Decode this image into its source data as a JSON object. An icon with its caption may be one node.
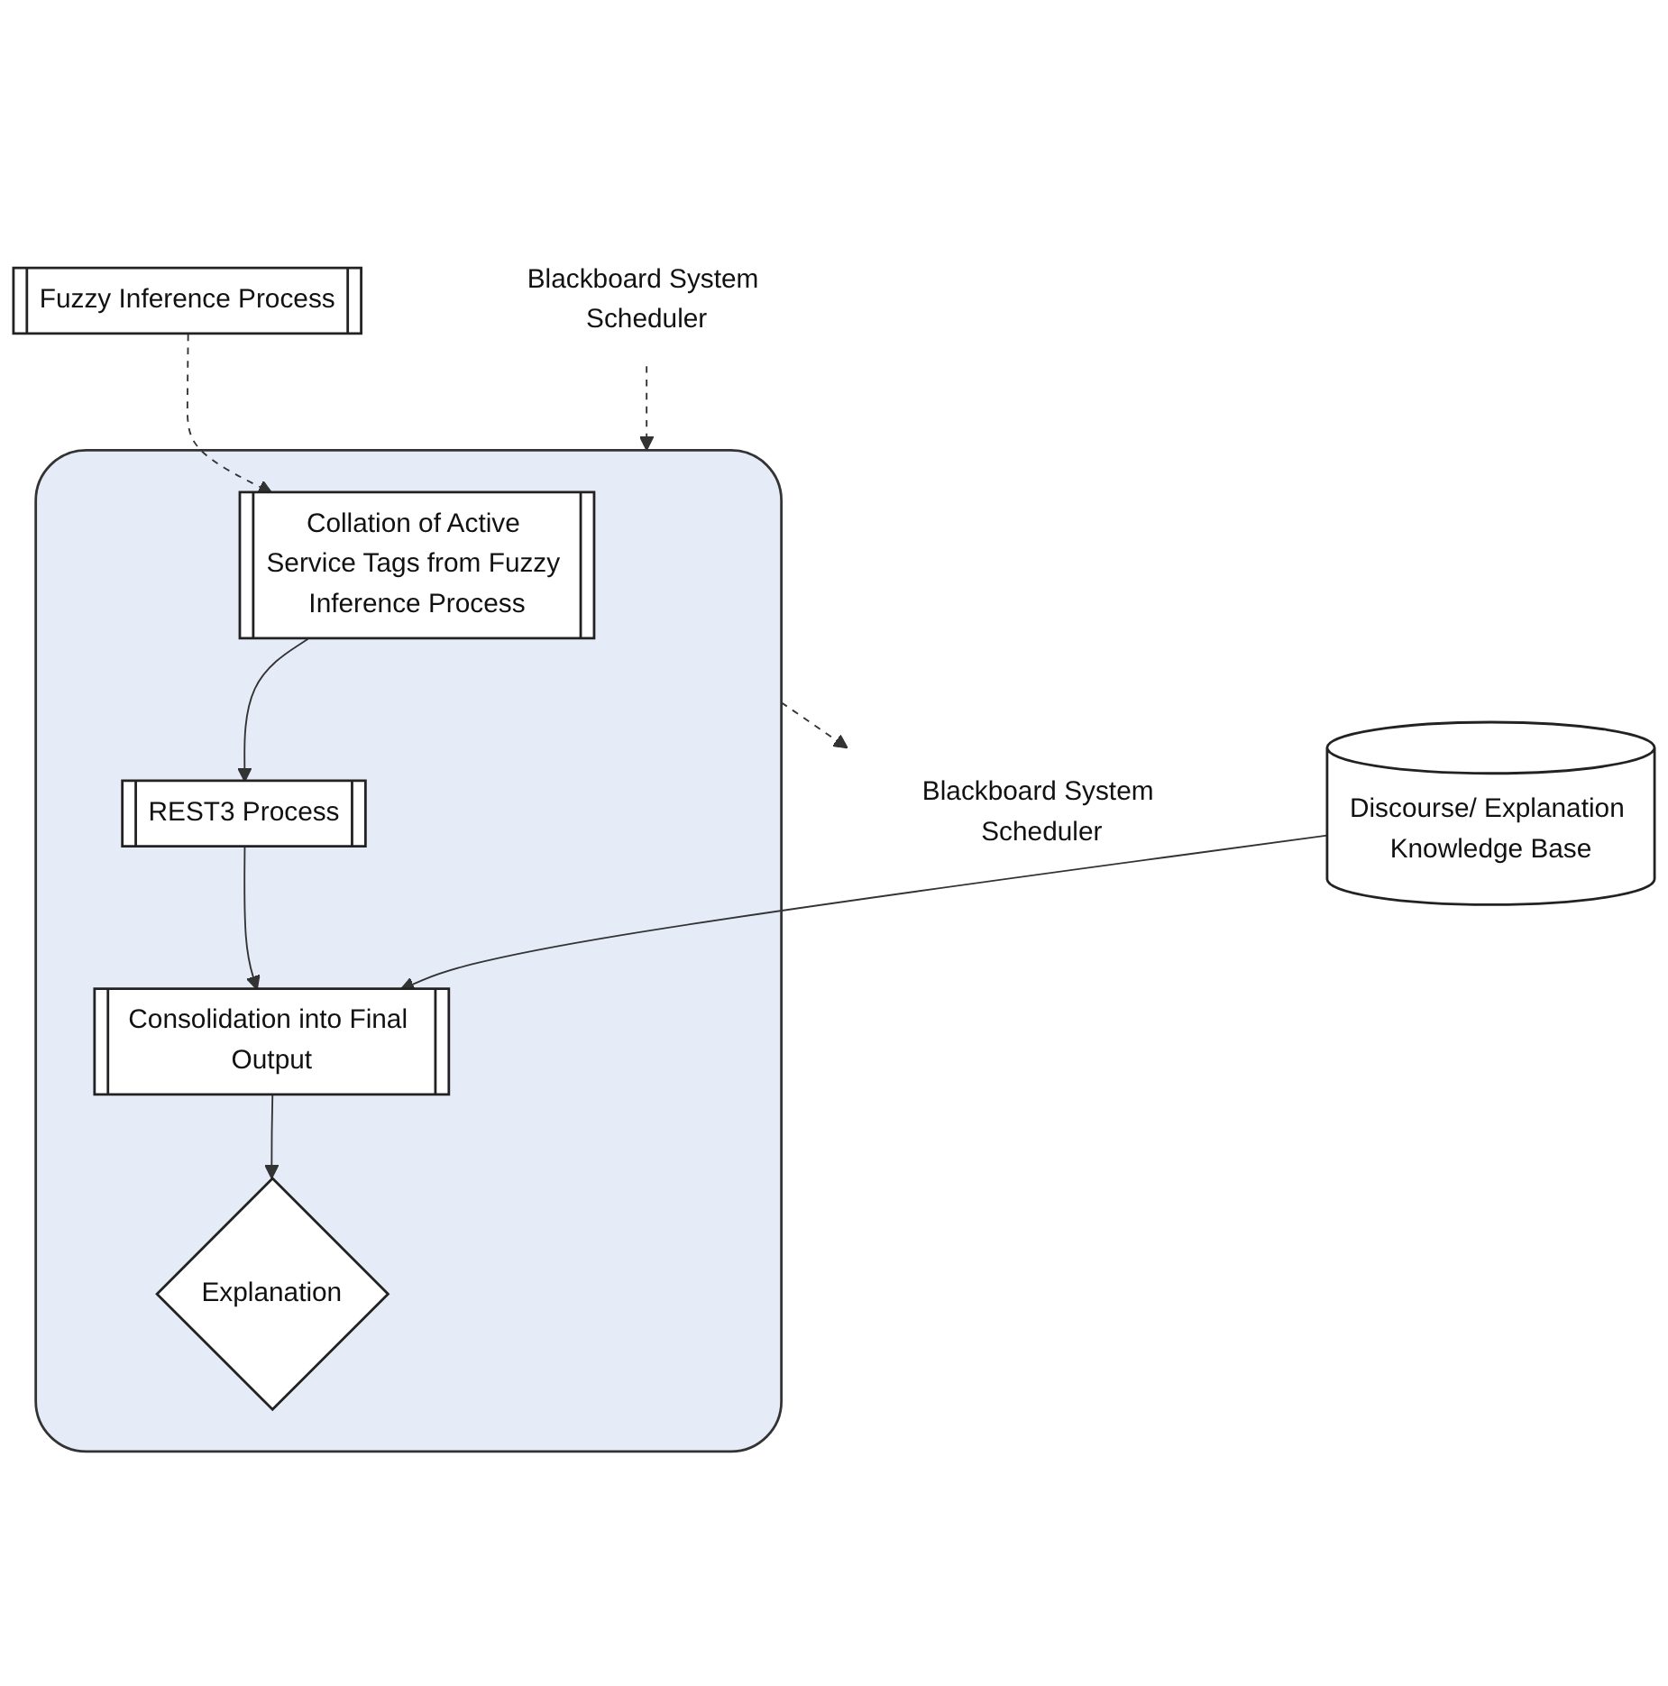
{
  "diagram": {
    "nodes": [
      {
        "text": [
          "Blackboard System Scheduler"
        ]
      },
      {
        "text": [],
        "shape": "box"
      },
      {
        "text": [
          "Fuzzy Inference Process"
        ]
      },
      {
        "text": [
          "Collation of Active Service Tags from Fuzzy Inference Process"
        ],
        "in": 1
      },
      {
        "text": [
          "REST3 Process"
        ],
        "in": 1
      },
      {
        "text": [
          "Consolidation into Final Output"
        ],
        "in": 1
      },
      {
        "text": [
          "Discourse/ Explanation Knowledge Base"
        ]
      },
      {
        "text": [
          "Explanation"
        ],
        "in": 1
      },
      {
        "text": [
          "Blackboard System Scheduler"
        ]
      }
    ],
    "edges": [
      {
        "from": 0,
        "to": 1,
        "arrow": "to",
        "style": "dashed"
      },
      {
        "from": 2,
        "to": 3,
        "arrow": "to",
        "style": "dashed"
      },
      {
        "from": 3,
        "to": 4,
        "arrow": "to"
      },
      {
        "from": 4,
        "to": 5,
        "arrow": "to"
      },
      {
        "from": 6,
        "to": 5,
        "arrow": "to"
      },
      {
        "from": 5,
        "to": 7,
        "arrow": "to"
      },
      {
        "from": 1,
        "to": 8,
        "arrow": "to",
        "style": "dashed"
      }
    ]
  }
}
